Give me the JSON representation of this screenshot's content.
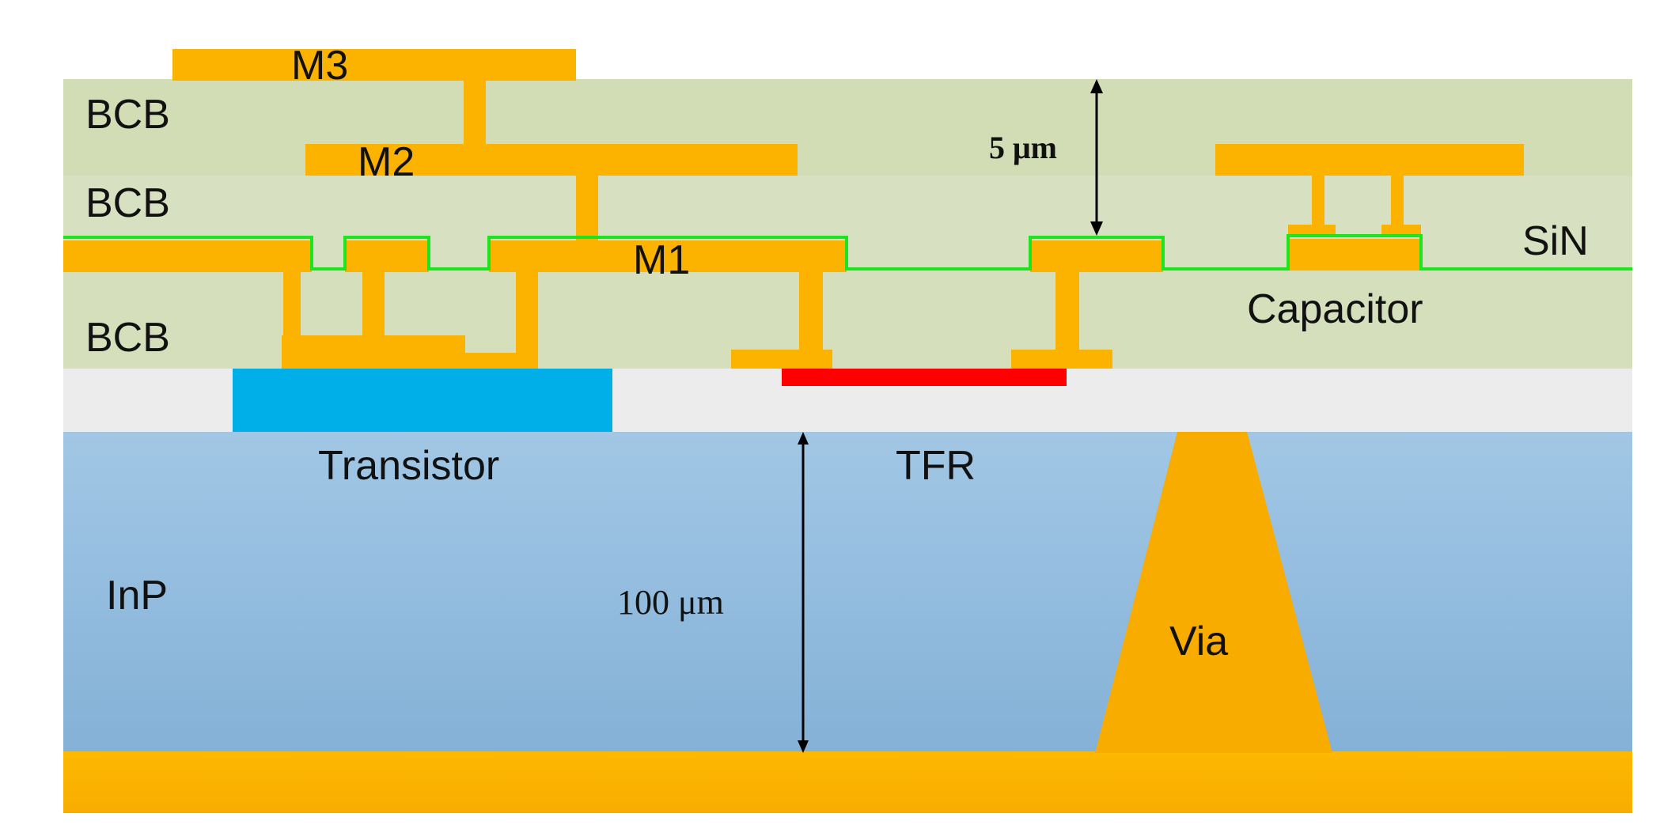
{
  "colors": {
    "bcb": "#d5dfbc",
    "passivation": "#eeeeee",
    "inp_top": "#9fc5e3",
    "inp_bottom": "#86b3d8",
    "metal": "#fbb300",
    "transistor": "#00aee8",
    "tfr": "#ff0000",
    "sin": "#1de51d",
    "arrow": "#000000"
  },
  "labels": {
    "bcb_top": "BCB",
    "bcb_mid": "BCB",
    "bcb_low": "BCB",
    "m3": "M3",
    "m2": "M2",
    "m1": "M1",
    "sin": "SiN",
    "capacitor": "Capacitor",
    "transistor": "Transistor",
    "tfr": "TFR",
    "inp": "InP",
    "via": "Via"
  },
  "dimensions": {
    "bcb_thickness": "5 μm",
    "substrate_thickness": "100 μm"
  }
}
